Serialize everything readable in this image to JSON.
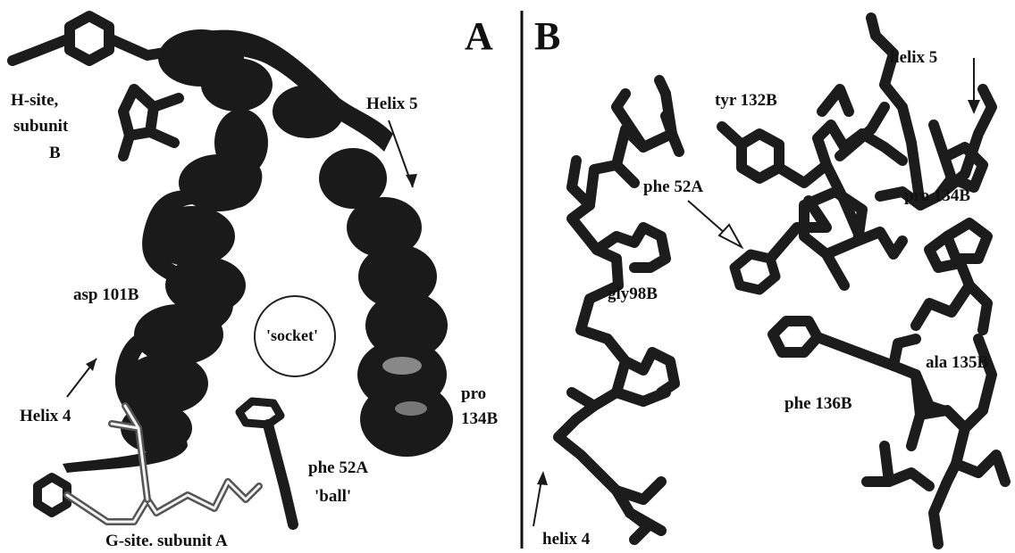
{
  "panels": {
    "a": {
      "letter": "A",
      "labels": {
        "h_site_1": "H-site,",
        "h_site_2": "subunit",
        "h_site_3": "B",
        "helix5": "Helix 5",
        "asp101": "asp 101B",
        "helix4": "Helix 4",
        "socket": "'socket'",
        "pro1": "pro",
        "pro2": "134B",
        "phe52": "phe 52A",
        "ball": "'ball'",
        "gsite": "G-site. subunit A"
      }
    },
    "b": {
      "letter": "B",
      "labels": {
        "helix5": "helix 5",
        "tyr132": "tyr 132B",
        "phe52": "phe 52A",
        "pro134": "pro 134B",
        "gly98": "gly98B",
        "ala135": "ala 135B",
        "phe136": "phe 136B",
        "helix4": "helix 4"
      }
    }
  }
}
